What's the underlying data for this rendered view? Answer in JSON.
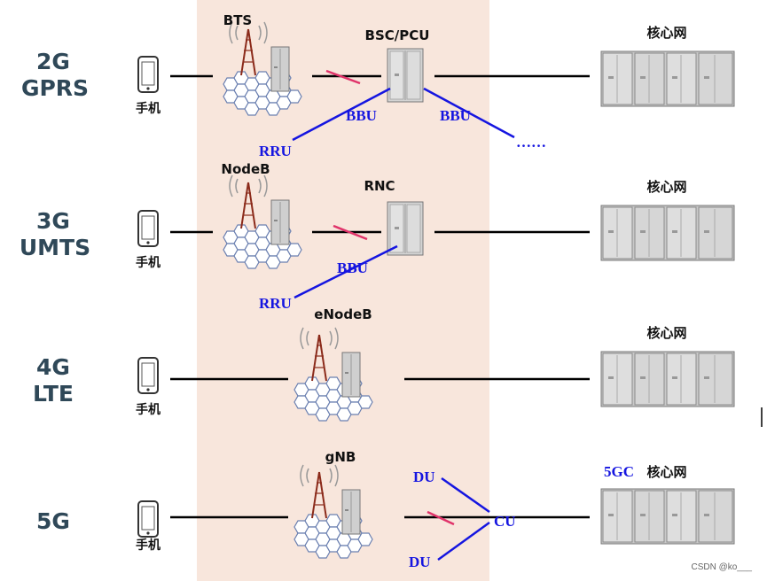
{
  "rows": [
    {
      "gen": "2G",
      "sub": "GPRS",
      "phone": "手机",
      "station": "BTS",
      "controller": "BSC/PCU",
      "core": "核心网"
    },
    {
      "gen": "3G",
      "sub": "UMTS",
      "phone": "手机",
      "station": "NodeB",
      "controller": "RNC",
      "core": "核心网"
    },
    {
      "gen": "4G",
      "sub": "LTE",
      "phone": "手机",
      "station": "eNodeB",
      "core": "核心网"
    },
    {
      "gen": "5G",
      "phone": "手机",
      "station": "gNB",
      "core_prefix": "5GC",
      "core": "核心网"
    }
  ],
  "annotations": {
    "bbu": "BBU",
    "rru": "RRU",
    "ellipsis": "……",
    "du": "DU",
    "cu": "CU"
  },
  "watermark": "CSDN @ko___",
  "colors": {
    "band": "#f8e6dc",
    "annotation_blue": "#1515e0",
    "cut_mark": "#e0336a",
    "generation_text": "#2f4858"
  }
}
